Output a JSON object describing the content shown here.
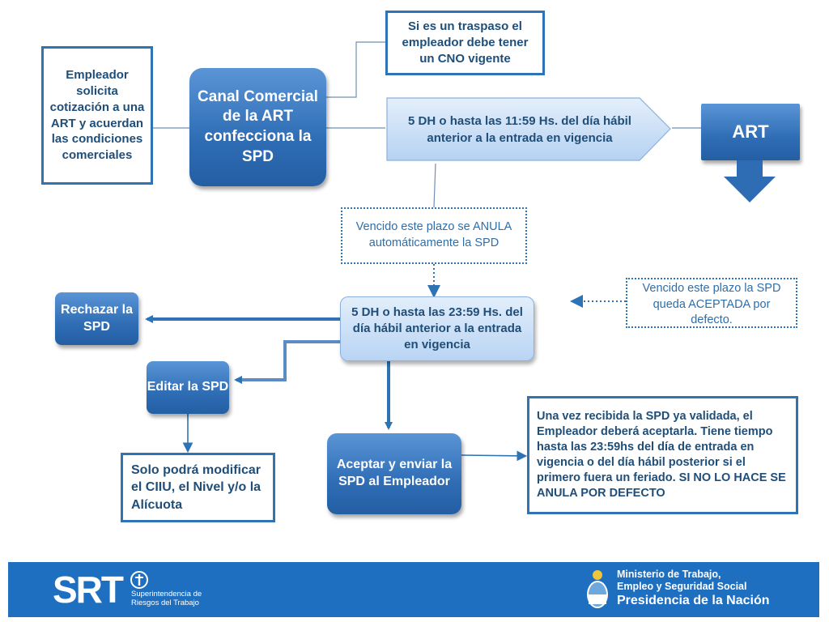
{
  "nodes": {
    "empleador_solicita": "Empleador solicita cotización a una ART y acuerdan las condiciones comerciales",
    "canal_comercial": "Canal Comercial de la ART confecciona la SPD",
    "traspaso_note": "Si es un traspaso el empleador debe tener un CNO vigente",
    "plazo_1159": "5 DH o hasta las 11:59 Hs. del día hábil anterior a la entrada en vigencia",
    "art": "ART",
    "vencido_anula": "Vencido este plazo se ANULA automáticamente la SPD",
    "vencido_aceptada": "Vencido este plazo la SPD queda ACEPTADA por defecto.",
    "rechazar": "Rechazar la SPD",
    "plazo_2359": "5 DH o hasta las 23:59 Hs. del día hábil anterior a la entrada en vigencia",
    "editar": "Editar la SPD",
    "solo_podra": "Solo podrá modificar el CIIU, el Nivel y/o la Alícuota",
    "aceptar_enviar": "Aceptar y enviar la SPD al Empleador",
    "una_vez": "Una vez recibida la SPD ya validada, el Empleador deberá aceptarla. Tiene tiempo hasta las 23:59hs del día de entrada en vigencia o del día hábil posterior si el primero fuera un feriado. SI NO LO HACE SE ANULA POR DEFECTO"
  },
  "footer": {
    "srt_logo": "SRT",
    "srt_sub_1": "Superintendencia de",
    "srt_sub_2": "Riesgos del Trabajo",
    "ministerio_1": "Ministerio de Trabajo,",
    "ministerio_2": "Empleo y Seguridad Social",
    "presidencia": "Presidencia de la Nación"
  },
  "colors": {
    "primary": "#2e74b5",
    "dark_text": "#1f4e79",
    "footer_bg": "#1f6fc0"
  }
}
